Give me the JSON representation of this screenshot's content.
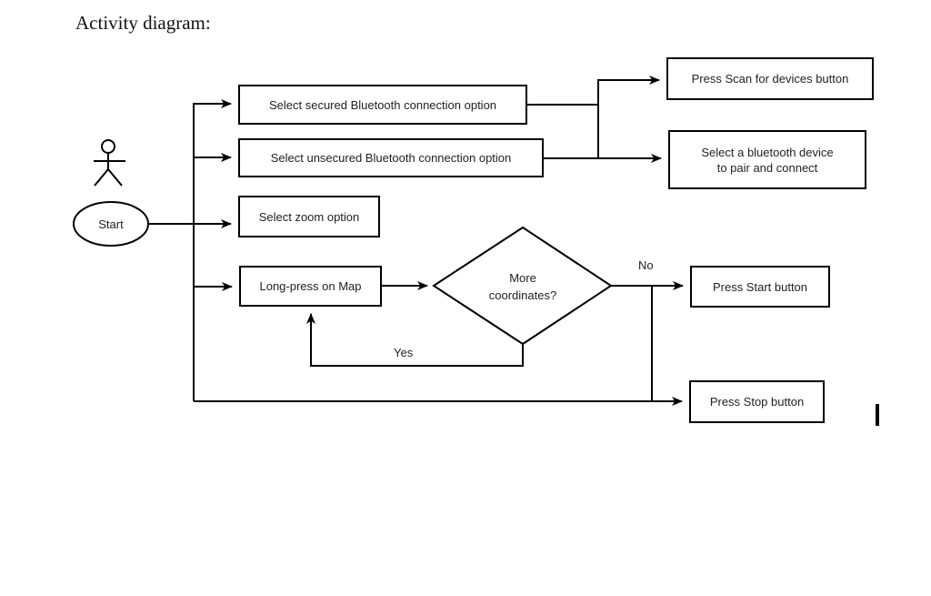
{
  "title": "Activity diagram:",
  "colors": {
    "ink": "#000000",
    "background": "#ffffff"
  },
  "diagram": {
    "start_label": "Start",
    "nodes": {
      "secured": "Select secured Bluetooth connection option",
      "unsecured": "Select unsecured Bluetooth connection option",
      "zoom": "Select zoom option",
      "longpress": "Long-press on Map",
      "scan": "Press Scan for devices button",
      "pair_line1": "Select a bluetooth device",
      "pair_line2": "to pair and connect",
      "decision_line1": "More",
      "decision_line2": "coordinates?",
      "start_button": "Press Start button",
      "stop_button": "Press Stop button"
    },
    "edge_labels": {
      "no": "No",
      "yes": "Yes"
    }
  }
}
